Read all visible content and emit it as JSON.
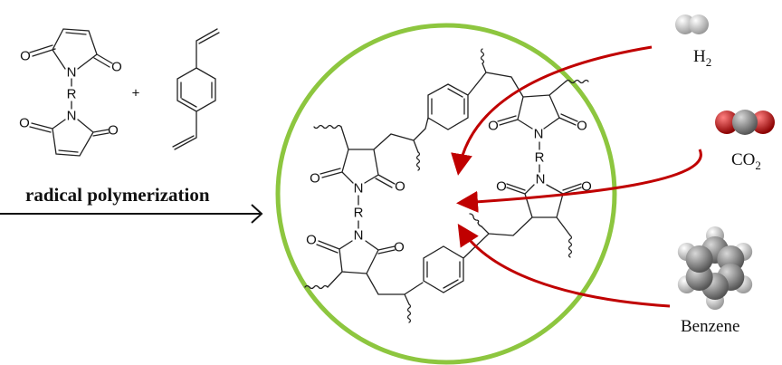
{
  "reaction": {
    "plus": "+",
    "condition": "radical polymerization"
  },
  "atoms": {
    "O": "O",
    "N": "N",
    "R": "R"
  },
  "gases": [
    {
      "name": "H",
      "sub": "2"
    },
    {
      "name": "CO",
      "sub": "2"
    },
    {
      "name": "Benzene",
      "sub": ""
    }
  ],
  "colors": {
    "circle": "#8dc63f",
    "arrow": "#c00000",
    "carbon": "#7a7a7a",
    "hydrogen": "#e0e0e0",
    "oxygen": "#d40000"
  }
}
